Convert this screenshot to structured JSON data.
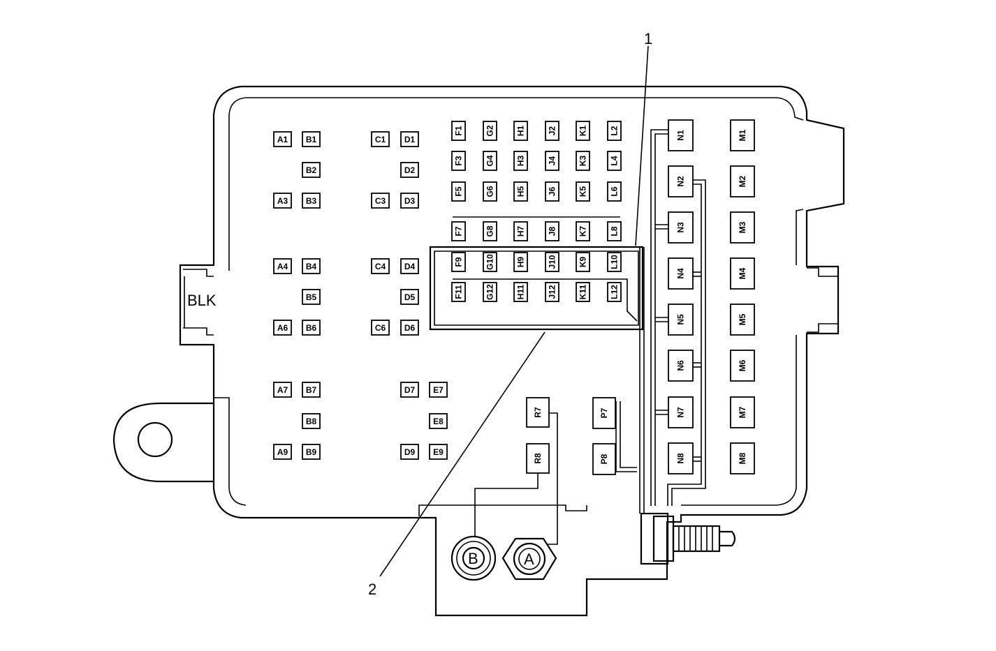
{
  "connector_label": "BLK",
  "callouts": {
    "one": "1",
    "two": "2"
  },
  "studs": {
    "b": "B",
    "a": "A"
  },
  "small_fuses": {
    "row1": [
      "A1",
      "B1",
      "C1",
      "D1"
    ],
    "row2": [
      "B2",
      "D2"
    ],
    "row3": [
      "A3",
      "B3",
      "C3",
      "D3"
    ],
    "row4": [
      "A4",
      "B4",
      "C4",
      "D4"
    ],
    "row5": [
      "B5",
      "D5"
    ],
    "row6": [
      "A6",
      "B6",
      "C6",
      "D6"
    ],
    "row7": [
      "A7",
      "B7",
      "D7",
      "E7"
    ],
    "row8": [
      "B8",
      "E8"
    ],
    "row9": [
      "A9",
      "B9",
      "D9",
      "E9"
    ]
  },
  "vertical_fuses": {
    "r1": [
      "F1",
      "G2",
      "H1",
      "J2",
      "K1",
      "L2"
    ],
    "r2": [
      "F3",
      "G4",
      "H3",
      "J4",
      "K3",
      "L4"
    ],
    "r3": [
      "F5",
      "G6",
      "H5",
      "J6",
      "K5",
      "L6"
    ],
    "r4": [
      "F7",
      "G8",
      "H7",
      "J8",
      "K7",
      "L8"
    ],
    "r5": [
      "F9",
      "G10",
      "H9",
      "J10",
      "K9",
      "L10"
    ],
    "r6": [
      "F11",
      "G12",
      "H11",
      "J12",
      "K11",
      "L12"
    ]
  },
  "relays_n": [
    "N1",
    "N2",
    "N3",
    "N4",
    "N5",
    "N6",
    "N7",
    "N8"
  ],
  "relays_m": [
    "M1",
    "M2",
    "M3",
    "M4",
    "M5",
    "M6",
    "M7",
    "M8"
  ],
  "relays_p": [
    "P7",
    "P8"
  ],
  "relays_r": [
    "R7",
    "R8"
  ]
}
